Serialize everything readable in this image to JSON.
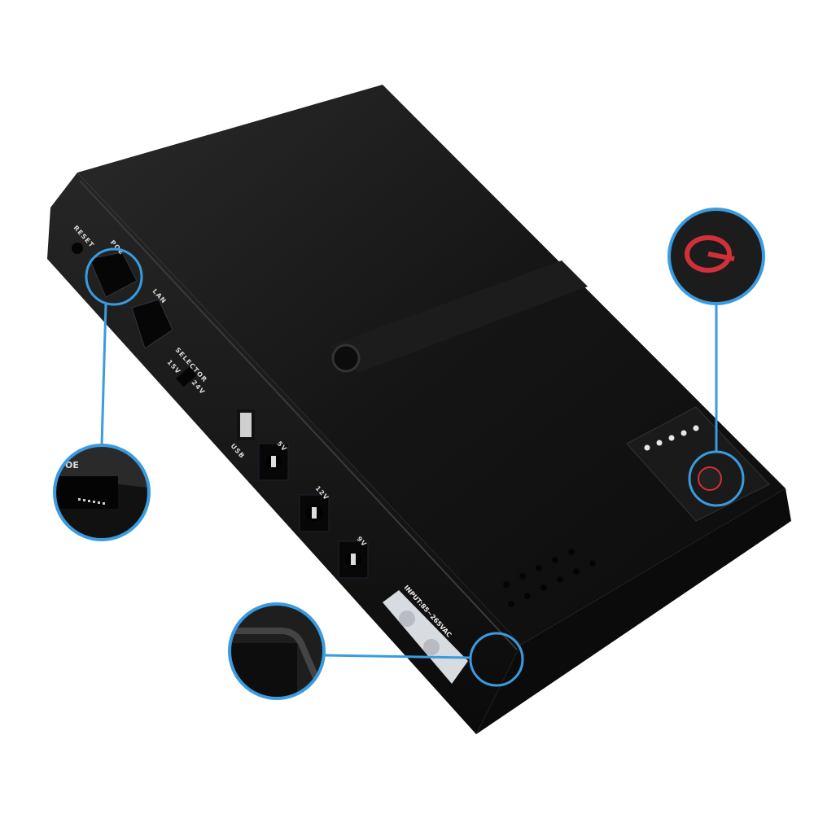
{
  "product": {
    "port_labels": {
      "reset": "RESET",
      "poe": "POE",
      "lan": "LAN",
      "selector": "SELECTOR",
      "selector_left": "15V",
      "selector_right": "24V",
      "usb": "USB",
      "dc_5v": "5V",
      "dc_12v": "12V",
      "dc_9v": "9V",
      "input": "INPUT:85~265VAC"
    },
    "battery_indicator_leds": 5,
    "colors": {
      "body": "#141414",
      "callout": "#3a9be0",
      "power_icon": "#d0303a",
      "led": "#e8e8e8"
    },
    "icons": [
      "power-icon",
      "rj45-port-icon",
      "usb-port-icon",
      "dc-jack-icon",
      "ac-inlet-icon"
    ],
    "callout_labels": {
      "poe_zoom": "OE"
    }
  }
}
